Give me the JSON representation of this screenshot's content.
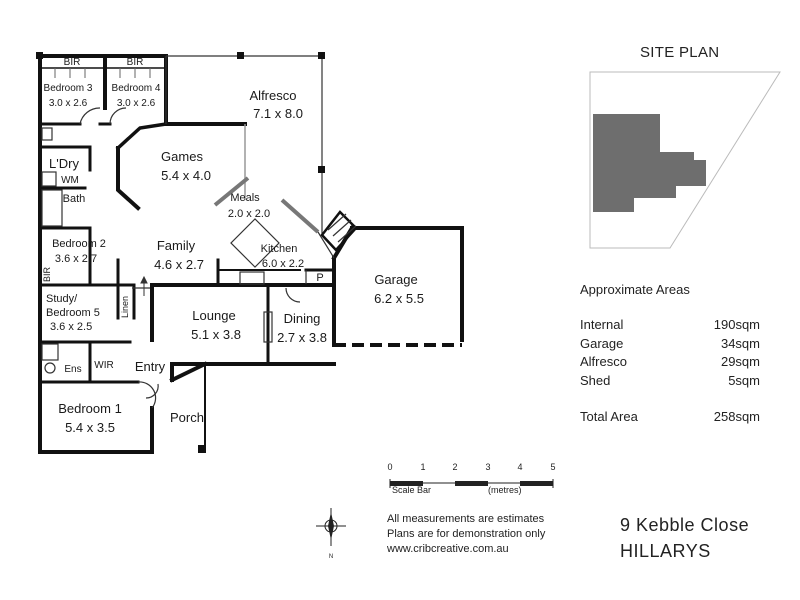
{
  "rooms": {
    "bir_1": "BIR",
    "bir_2": "BIR",
    "bedroom3": {
      "name": "Bedroom 3",
      "dims": "3.0 x 2.6"
    },
    "bedroom4": {
      "name": "Bedroom 4",
      "dims": "3.0 x 2.6"
    },
    "alfresco": {
      "name": "Alfresco",
      "dims": "7.1 x 8.0"
    },
    "games": {
      "name": "Games",
      "dims": "5.4 x 4.0"
    },
    "ldry": "L'Dry",
    "wm": "WM",
    "bath": "Bath",
    "meals": {
      "name": "Meals",
      "dims": "2.0 x 2.0"
    },
    "bedroom2": {
      "name": "Bedroom 2",
      "dims": "3.6 x 2.7"
    },
    "bir_side": "BIR",
    "family": {
      "name": "Family",
      "dims": "4.6 x 2.7"
    },
    "kitchen": {
      "name": "Kitchen",
      "dims": "6.0 x 2.2"
    },
    "pantry": "P",
    "garage": {
      "name": "Garage",
      "dims": "6.2 x 5.5"
    },
    "study": {
      "name": "Study/",
      "name2": "Bedroom 5",
      "dims": "3.6 x 2.5"
    },
    "linen": "Linen",
    "lounge": {
      "name": "Lounge",
      "dims": "5.1 x 3.8"
    },
    "dining": {
      "name": "Dining",
      "dims": "2.7 x 3.8"
    },
    "ens": "Ens",
    "wir": "WIR",
    "entry": "Entry",
    "bedroom1": {
      "name": "Bedroom 1",
      "dims": "5.4 x 3.5"
    },
    "porch": "Porch"
  },
  "site_plan": {
    "title": "SITE PLAN"
  },
  "areas": {
    "heading": "Approximate Areas",
    "rows": [
      {
        "label": "Internal",
        "value": "190sqm"
      },
      {
        "label": "Garage",
        "value": "34sqm"
      },
      {
        "label": "Alfresco",
        "value": "29sqm"
      },
      {
        "label": "Shed",
        "value": "5sqm"
      }
    ],
    "total": {
      "label": "Total Area",
      "value": "258sqm"
    }
  },
  "scale_bar": {
    "ticks": [
      "0",
      "1",
      "2",
      "3",
      "4",
      "5"
    ],
    "label": "Scale Bar",
    "unit": "(metres)"
  },
  "compass": {
    "north": "N"
  },
  "disclaimer": {
    "line1": "All measurements are estimates",
    "line2": "Plans are for demonstration only",
    "line3": "www.cribcreative.com.au"
  },
  "address": {
    "line1": "9 Kebble Close",
    "line2": "HILLARYS"
  }
}
